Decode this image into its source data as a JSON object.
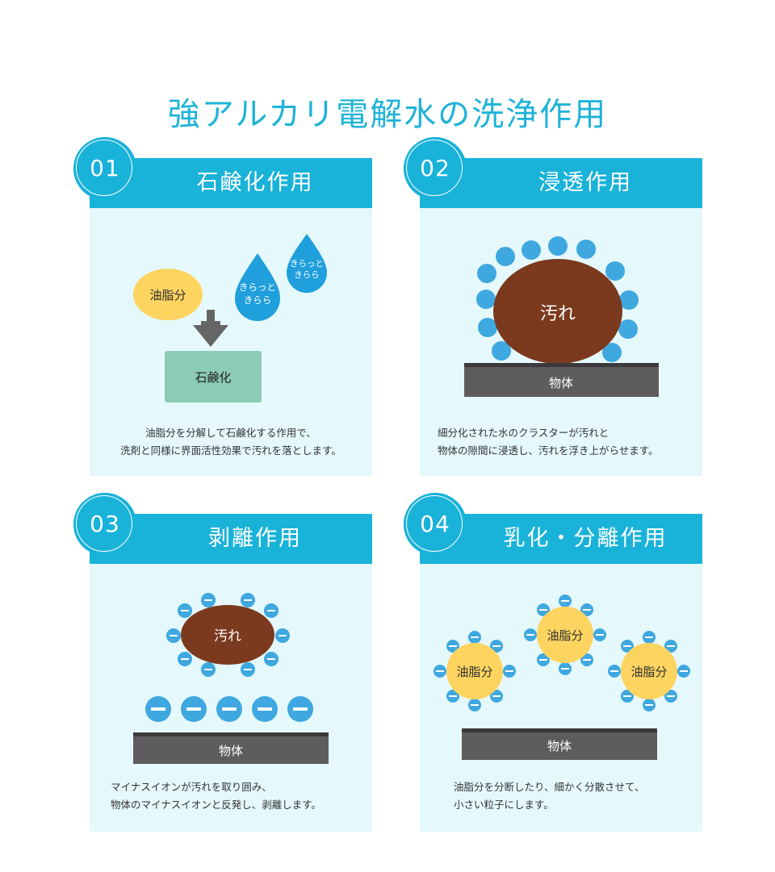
{
  "page_title": "強アルカリ電解水の洗浄作用",
  "cards": [
    {
      "number": "01",
      "title": "石鹸化作用",
      "labels": {
        "oil": "油脂分",
        "soap": "石鹸化",
        "drop1_line1": "きらっと",
        "drop1_line2": "きらら",
        "drop2_line1": "きらっと",
        "drop2_line2": "きらら"
      },
      "desc": [
        "油脂分を分解して石鹸化する作用で、",
        "洗剤と同様に界面活性効果で汚れを落とします。"
      ]
    },
    {
      "number": "02",
      "title": "浸透作用",
      "labels": {
        "dirt": "汚れ",
        "object": "物体"
      },
      "desc": [
        "細分化された水のクラスターが汚れと",
        "物体の隙間に浸透し、汚れを浮き上がらせます。"
      ]
    },
    {
      "number": "03",
      "title": "剥離作用",
      "labels": {
        "dirt": "汚れ",
        "object": "物体"
      },
      "desc": [
        "マイナスイオンが汚れを取り囲み、",
        "物体のマイナスイオンと反発し、剥離します。"
      ]
    },
    {
      "number": "04",
      "title": "乳化・分離作用",
      "labels": {
        "oil1": "油脂分",
        "oil2": "油脂分",
        "oil3": "油脂分",
        "object": "物体"
      },
      "desc": [
        "油脂分を分断したり、細かく分散させて、",
        "小さい粒子にします。"
      ]
    }
  ],
  "colors": {
    "accent": "#19b2d9",
    "card_bg": "#e5f9fc",
    "oil": "#fdd460",
    "soap_box": "#8ccbb4",
    "drop": "#1f9fdc",
    "dirt": "#7b3a1e",
    "object": "#5e5c5f",
    "ion": "#3fa8e0"
  }
}
